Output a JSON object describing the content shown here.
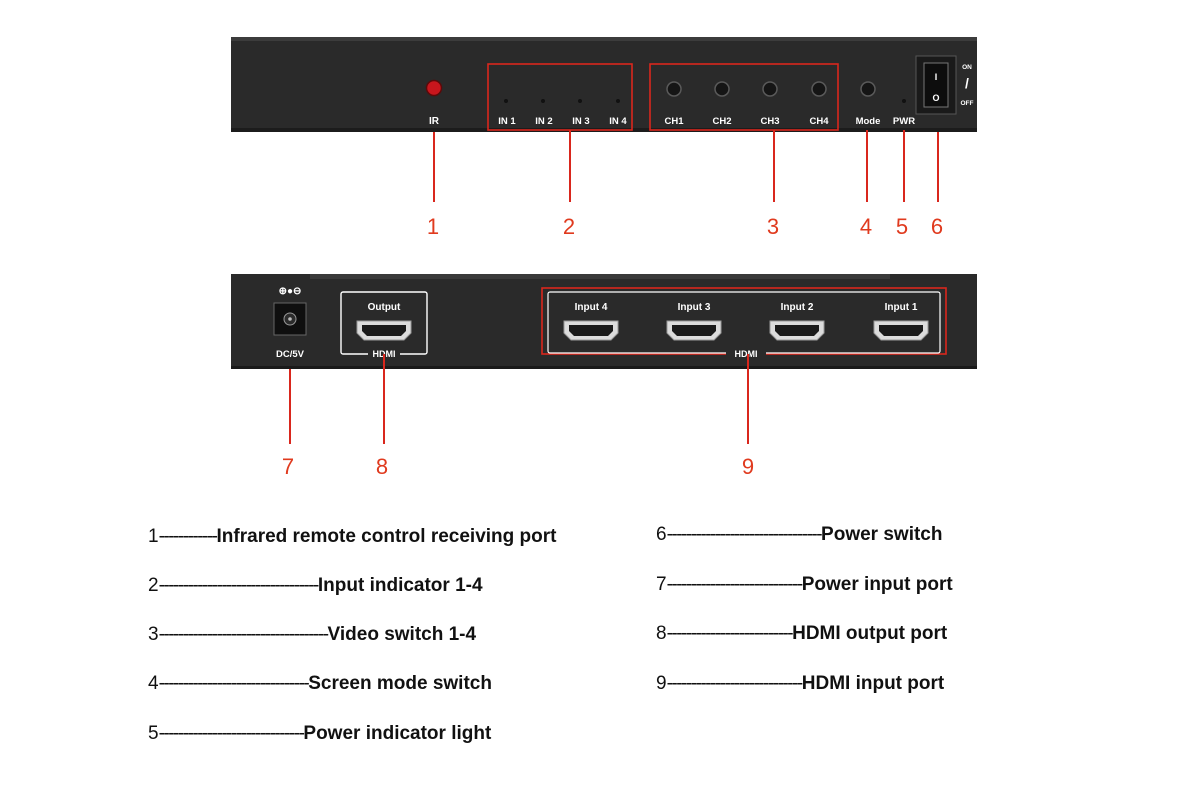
{
  "front_panel": {
    "ir_label": "IR",
    "input_labels": [
      "IN 1",
      "IN 2",
      "IN 3",
      "IN 4"
    ],
    "channel_labels": [
      "CH1",
      "CH2",
      "CH3",
      "CH4"
    ],
    "mode_label": "Mode",
    "pwr_label": "PWR",
    "switch_on": "ON",
    "switch_off": "OFF",
    "switch_slash": "/",
    "rocker_on_glyph": "I",
    "rocker_off_glyph": "O"
  },
  "rear_panel": {
    "dc_polarity": "⊕●⊖",
    "dc_label": "DC/5V",
    "output_label": "Output",
    "output_hdmi_label": "HDMI",
    "input_labels": [
      "Input 4",
      "Input 3",
      "Input 2",
      "Input 1"
    ],
    "inputs_hdmi_label": "HDMI"
  },
  "callouts": {
    "front": [
      "1",
      "2",
      "3",
      "4",
      "5",
      "6"
    ],
    "rear": [
      "7",
      "8",
      "9"
    ]
  },
  "legend": {
    "left": [
      {
        "num": "1",
        "dashes": "------------",
        "desc": "Infrared remote control receiving port"
      },
      {
        "num": "2",
        "dashes": "---------------------------------",
        "desc": "Input indicator 1-4"
      },
      {
        "num": "3",
        "dashes": "-----------------------------------",
        "desc": "Video switch 1-4"
      },
      {
        "num": "4",
        "dashes": "-------------------------------",
        "desc": "Screen mode switch"
      },
      {
        "num": "5",
        "dashes": "------------------------------",
        "desc": "Power indicator light"
      }
    ],
    "right": [
      {
        "num": "6",
        "dashes": "--------------------------------",
        "desc": "Power switch"
      },
      {
        "num": "7",
        "dashes": "----------------------------",
        "desc": "Power input port"
      },
      {
        "num": "8",
        "dashes": "--------------------------",
        "desc": "HDMI output port"
      },
      {
        "num": "9",
        "dashes": "----------------------------",
        "desc": "HDMI input port"
      }
    ]
  },
  "colors": {
    "panel": "#2b2b2b",
    "callout": "#e03a1e",
    "box": "#d9271d",
    "ir_window": "#c8161d"
  }
}
